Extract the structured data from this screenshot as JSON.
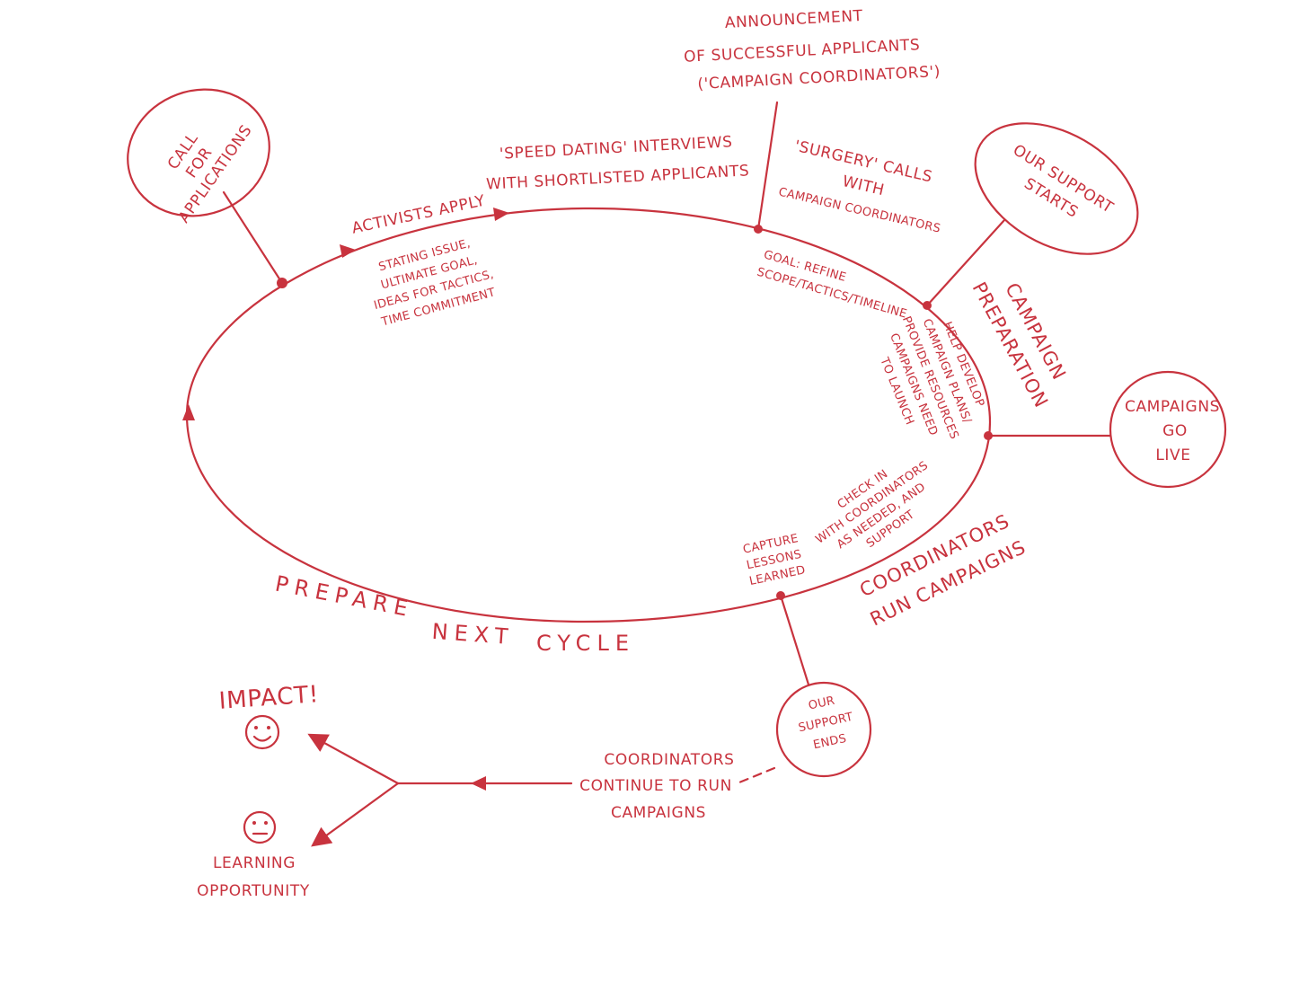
{
  "colors": {
    "ink": "#c8333e",
    "background": "#ffffff"
  },
  "nodes": {
    "call_for_applications": [
      "CALL",
      "FOR",
      "APPLICATIONS"
    ],
    "our_support_starts": [
      "OUR SUPPORT",
      "STARTS"
    ],
    "campaigns_go_live": [
      "CAMPAIGNS",
      "GO",
      "LIVE"
    ],
    "our_support_ends": [
      "OUR",
      "SUPPORT",
      "ENDS"
    ]
  },
  "labels": {
    "announcement": [
      "ANNOUNCEMENT",
      "OF SUCCESSFUL APPLICANTS",
      "('CAMPAIGN COORDINATORS')"
    ],
    "speed_dating": [
      "'SPEED DATING' INTERVIEWS",
      "WITH SHORTLISTED APPLICANTS"
    ],
    "surgery_calls": [
      "'SURGERY' CALLS",
      "WITH",
      "CAMPAIGN COORDINATORS"
    ],
    "activists_apply": "ACTIVISTS APPLY",
    "stating_issue": [
      "STATING ISSUE,",
      "ULTIMATE GOAL,",
      "IDEAS FOR TACTICS,",
      "TIME COMMITMENT"
    ],
    "goal_refine": [
      "GOAL: REFINE",
      "SCOPE/TACTICS/TIMELINE"
    ],
    "campaign_preparation": [
      "CAMPAIGN",
      "PREPARATION"
    ],
    "help_develop": [
      "HELP DEVELOP",
      "CAMPAIGN PLANS/",
      "PROVIDE RESOURCES",
      "CAMPAIGNS NEED",
      "TO LAUNCH"
    ],
    "check_in": [
      "CHECK IN",
      "WITH COORDINATORS",
      "AS NEEDED, AND",
      "SUPPORT"
    ],
    "capture_lessons": [
      "CAPTURE",
      "LESSONS",
      "LEARNED"
    ],
    "coordinators_run": [
      "COORDINATORS",
      "RUN CAMPAIGNS"
    ],
    "prepare_next_cycle": [
      "PREPARE",
      "NEXT",
      "CYCLE"
    ],
    "coordinators_continue": [
      "COORDINATORS",
      "CONTINUE TO RUN",
      "CAMPAIGNS"
    ],
    "impact": "IMPACT!",
    "learning_opportunity": [
      "LEARNING",
      "OPPORTUNITY"
    ]
  },
  "icons": {
    "impact": "smiley-face-icon",
    "learning": "neutral-face-icon"
  }
}
